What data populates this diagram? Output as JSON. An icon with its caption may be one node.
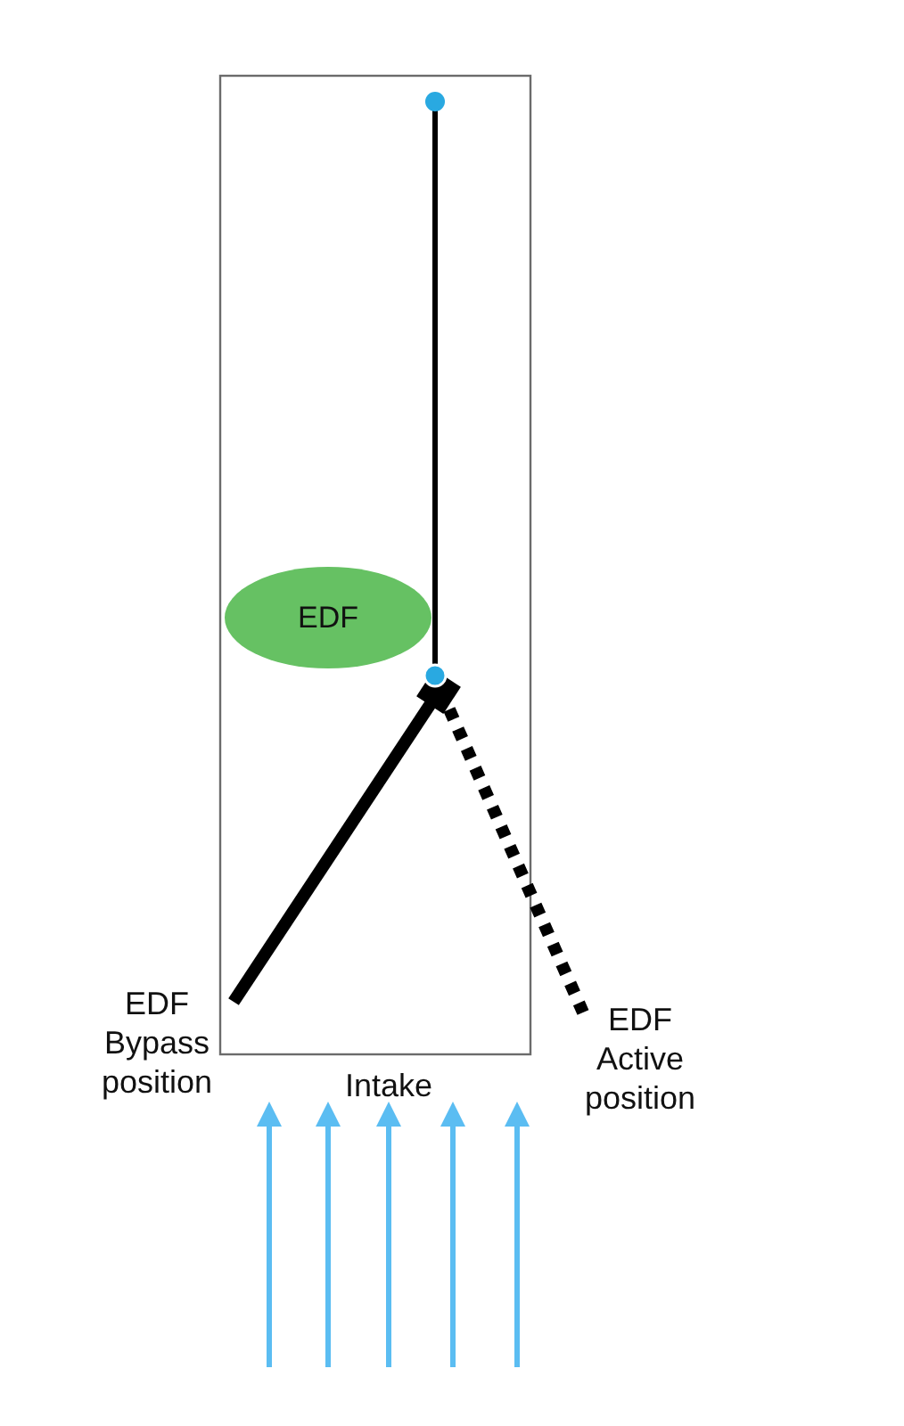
{
  "diagram": {
    "nodes": [
      {
        "text": [
          "EDF"
        ]
      }
    ],
    "labels": [
      "EDF Bypass position",
      "EDF Active position",
      "Intake"
    ]
  }
}
